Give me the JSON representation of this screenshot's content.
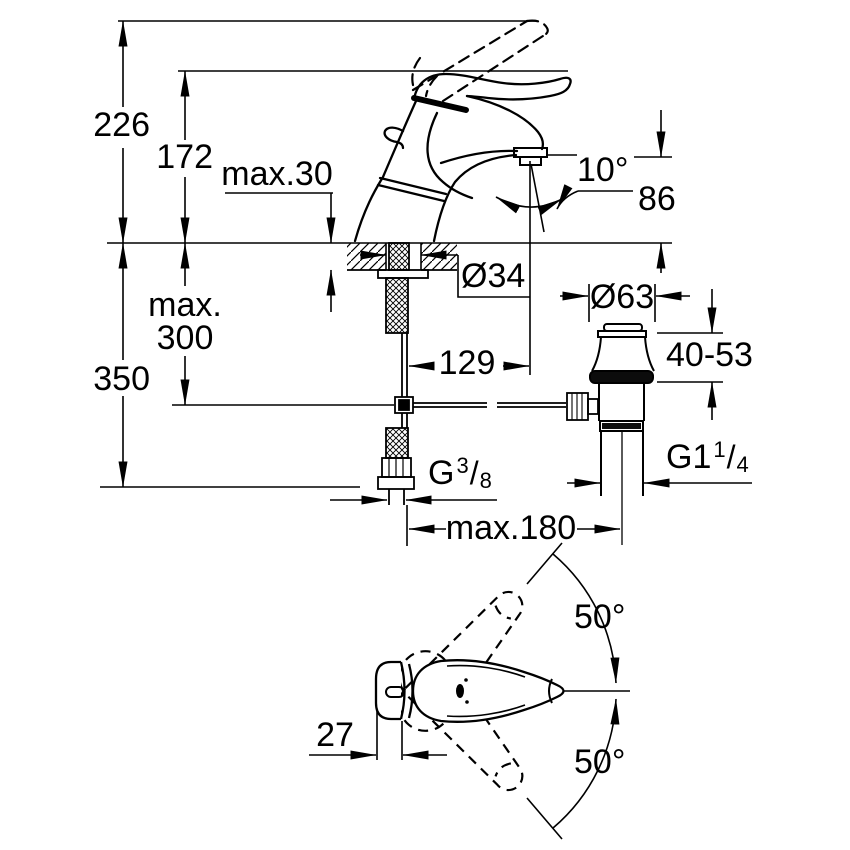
{
  "page": {
    "background": "#ffffff",
    "ink": "#000000"
  },
  "side_view": {
    "height_overall": "226",
    "height_to_lever_top": "172",
    "deck_thickness": "max.30",
    "spout_angle": "10°",
    "spout_height": "86",
    "hole_diameter": "Ø34",
    "flange_diameter": "Ø63",
    "hose_depth_label": "max.",
    "hose_depth_value": "300",
    "hose_length": "350",
    "spout_reach": "129",
    "deck_clamp_range": "40-53",
    "supply_thread": {
      "prefix": "G",
      "numerator": "3",
      "slash": "/",
      "denominator": "8"
    },
    "waste_thread": {
      "prefix": "G1",
      "numerator": "1",
      "slash": "/",
      "denominator": "4"
    },
    "rod_reach": "max.180"
  },
  "top_view": {
    "swivel_up": "50°",
    "swivel_down": "50°",
    "handle_offset": "27"
  }
}
